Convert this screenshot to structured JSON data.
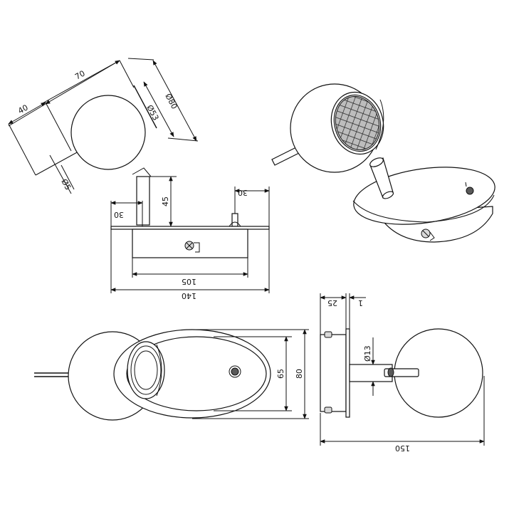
{
  "dimensions": {
    "side_view": {
      "length_70": "70",
      "length_40": "40",
      "diameter_53": "Ø53",
      "diameter_80": "Ø80",
      "diameter_5": "Ø5",
      "height_45": "45",
      "offset_30_left": "30",
      "offset_30_right": "30",
      "width_105": "105",
      "width_140": "140"
    },
    "top_view": {
      "height_65": "65",
      "height_80": "80"
    },
    "end_view": {
      "depth_25": "25",
      "thickness_1": "1",
      "diameter_13": "Ø13",
      "length_150": "150"
    }
  },
  "colors": {
    "line": "#111111",
    "background": "#ffffff"
  }
}
